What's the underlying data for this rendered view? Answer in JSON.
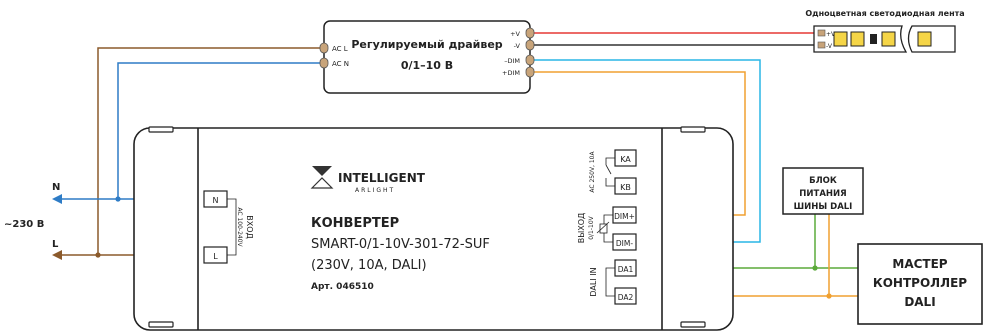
{
  "diagram": {
    "driver": {
      "title_line1": "Регулируемый драйвер",
      "title_line2": "0/1–10 В",
      "in_l": "AC L",
      "in_n": "AC N",
      "out_pos": "+V",
      "out_neg": "-V",
      "dim_neg": "–DIM",
      "dim_pos": "+DIM"
    },
    "led_strip": {
      "title": "Одноцветная светодиодная лента",
      "pin_pos": "+V",
      "pin_neg": "-V"
    },
    "mains": {
      "voltage": "~230 В",
      "n_label": "N",
      "l_label": "L"
    },
    "converter": {
      "brand": "INTELLIGENT",
      "brand_sub": "ARLIGHT",
      "heading": "КОНВЕРТЕР",
      "model": "SMART-0/1-10V-301-72-SUF",
      "spec": "(230V, 10A, DALI)",
      "article": "Арт. 046510",
      "input_label": "ВХОД",
      "input_sub": "AC 100-240V",
      "input_terminals": [
        "N",
        "L"
      ],
      "relay_label": "AC 250V, 10A",
      "relay_terminals": [
        "KA",
        "KB"
      ],
      "output_label": "ВЫХОД",
      "output_sub": "0/1-10V",
      "output_terminals": [
        "DIM+",
        "DIM-"
      ],
      "dali_label": "DALI IN",
      "dali_terminals": [
        "DA1",
        "DA2"
      ]
    },
    "psu": {
      "line1": "БЛОК",
      "line2": "ПИТАНИЯ",
      "line3": "ШИНЫ DALI"
    },
    "master": {
      "line1": "МАСТЕР",
      "line2": "КОНТРОЛЛЕР",
      "line3": "DALI"
    },
    "colors": {
      "brown": "#8B5A2B",
      "blue": "#2E7CC6",
      "red": "#E53935",
      "black": "#333333",
      "cyan": "#29B6E6",
      "orange": "#F0A030",
      "green": "#5BAA3A"
    }
  }
}
